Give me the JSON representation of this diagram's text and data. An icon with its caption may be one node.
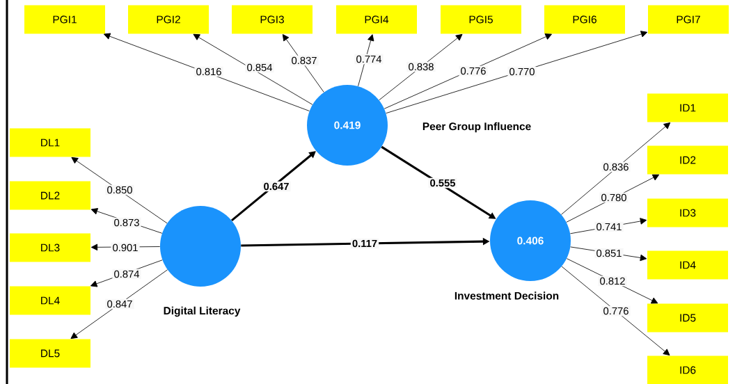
{
  "diagram": {
    "nodes": [
      {
        "text": [
          "PGI1"
        ]
      },
      {
        "text": [
          "PGI2"
        ]
      },
      {
        "text": [
          "PGI3"
        ]
      },
      {
        "text": [
          "PGI4"
        ]
      },
      {
        "text": [
          "PGI5"
        ]
      },
      {
        "text": [
          "PGI6"
        ]
      },
      {
        "text": [
          "PGI7"
        ]
      },
      {
        "text": [
          "0.419"
        ],
        "beside": [
          "Peer Group Influence"
        ]
      },
      {
        "text": [
          "DL1"
        ]
      },
      {
        "text": [
          "DL2"
        ]
      },
      {
        "text": [
          "DL3"
        ]
      },
      {
        "text": [
          "DL4"
        ]
      },
      {
        "text": [
          "DL5"
        ]
      },
      {
        "text": [],
        "shape": "circle",
        "beside": [
          "Digital Literacy"
        ]
      },
      {
        "text": [
          "0.406"
        ],
        "beside": [
          "Investment Decision"
        ]
      },
      {
        "text": [
          "ID1"
        ]
      },
      {
        "text": [
          "ID2"
        ]
      },
      {
        "text": [
          "ID3"
        ]
      },
      {
        "text": [
          "ID4"
        ]
      },
      {
        "text": [
          "ID5"
        ]
      },
      {
        "text": [
          "ID6"
        ]
      }
    ],
    "edges": [
      {
        "from": 13,
        "to": 7,
        "arrow": "to",
        "label": "0.647",
        "style": "thick"
      },
      {
        "from": 7,
        "to": 14,
        "arrow": "to",
        "label": "0.555",
        "style": "thick"
      },
      {
        "from": 13,
        "to": 14,
        "arrow": "to",
        "label": "0.117",
        "style": "thick"
      },
      {
        "from": 7,
        "to": 0,
        "arrow": "to",
        "label": "0.816"
      },
      {
        "from": 7,
        "to": 1,
        "arrow": "to",
        "label": "0.854"
      },
      {
        "from": 7,
        "to": 2,
        "arrow": "to",
        "label": "0.837"
      },
      {
        "from": 7,
        "to": 3,
        "arrow": "to",
        "label": "0.774"
      },
      {
        "from": 7,
        "to": 4,
        "arrow": "to",
        "label": "0.838"
      },
      {
        "from": 7,
        "to": 5,
        "arrow": "to",
        "label": "0.776"
      },
      {
        "from": 7,
        "to": 6,
        "arrow": "to",
        "label": "0.770"
      },
      {
        "from": 13,
        "to": 8,
        "arrow": "to",
        "label": "0.850"
      },
      {
        "from": 13,
        "to": 9,
        "arrow": "to",
        "label": "0.873"
      },
      {
        "from": 13,
        "to": 10,
        "arrow": "to",
        "label": "0.901"
      },
      {
        "from": 13,
        "to": 11,
        "arrow": "to",
        "label": "0.874"
      },
      {
        "from": 13,
        "to": 12,
        "arrow": "to",
        "label": "0.847"
      },
      {
        "from": 14,
        "to": 15,
        "arrow": "to",
        "label": "0.836"
      },
      {
        "from": 14,
        "to": 16,
        "arrow": "to",
        "label": "0.780"
      },
      {
        "from": 14,
        "to": 17,
        "arrow": "to",
        "label": "0.741"
      },
      {
        "from": 14,
        "to": 18,
        "arrow": "to",
        "label": "0.851"
      },
      {
        "from": 14,
        "to": 19,
        "arrow": "to",
        "label": "0.812"
      },
      {
        "from": 14,
        "to": 20,
        "arrow": "to",
        "label": "0.776"
      }
    ]
  }
}
